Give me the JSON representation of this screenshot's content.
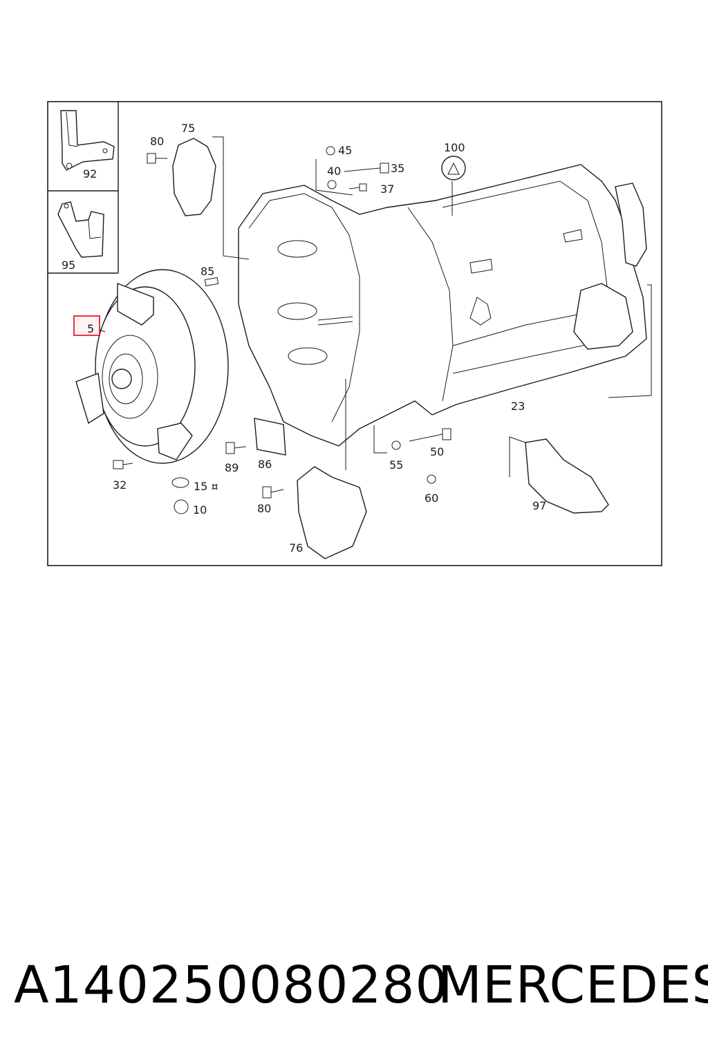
{
  "diagram": {
    "callouts": {
      "c5": "5",
      "c10": "10",
      "c15": "15 ¤",
      "c23": "23",
      "c32": "32",
      "c35": "35",
      "c37": "37",
      "c40": "40",
      "c45": "45",
      "c50": "50",
      "c55": "55",
      "c60": "60",
      "c75": "75",
      "c76": "76",
      "c80a": "80",
      "c80b": "80",
      "c85": "85",
      "c86": "86",
      "c89": "89",
      "c92": "92",
      "c95": "95",
      "c97": "97",
      "c100": "100"
    },
    "highlighted_callout": "5",
    "highlight_color": "#e0202a"
  },
  "caption": {
    "part_number": "A140250080280",
    "brand": "MERCEDES"
  }
}
